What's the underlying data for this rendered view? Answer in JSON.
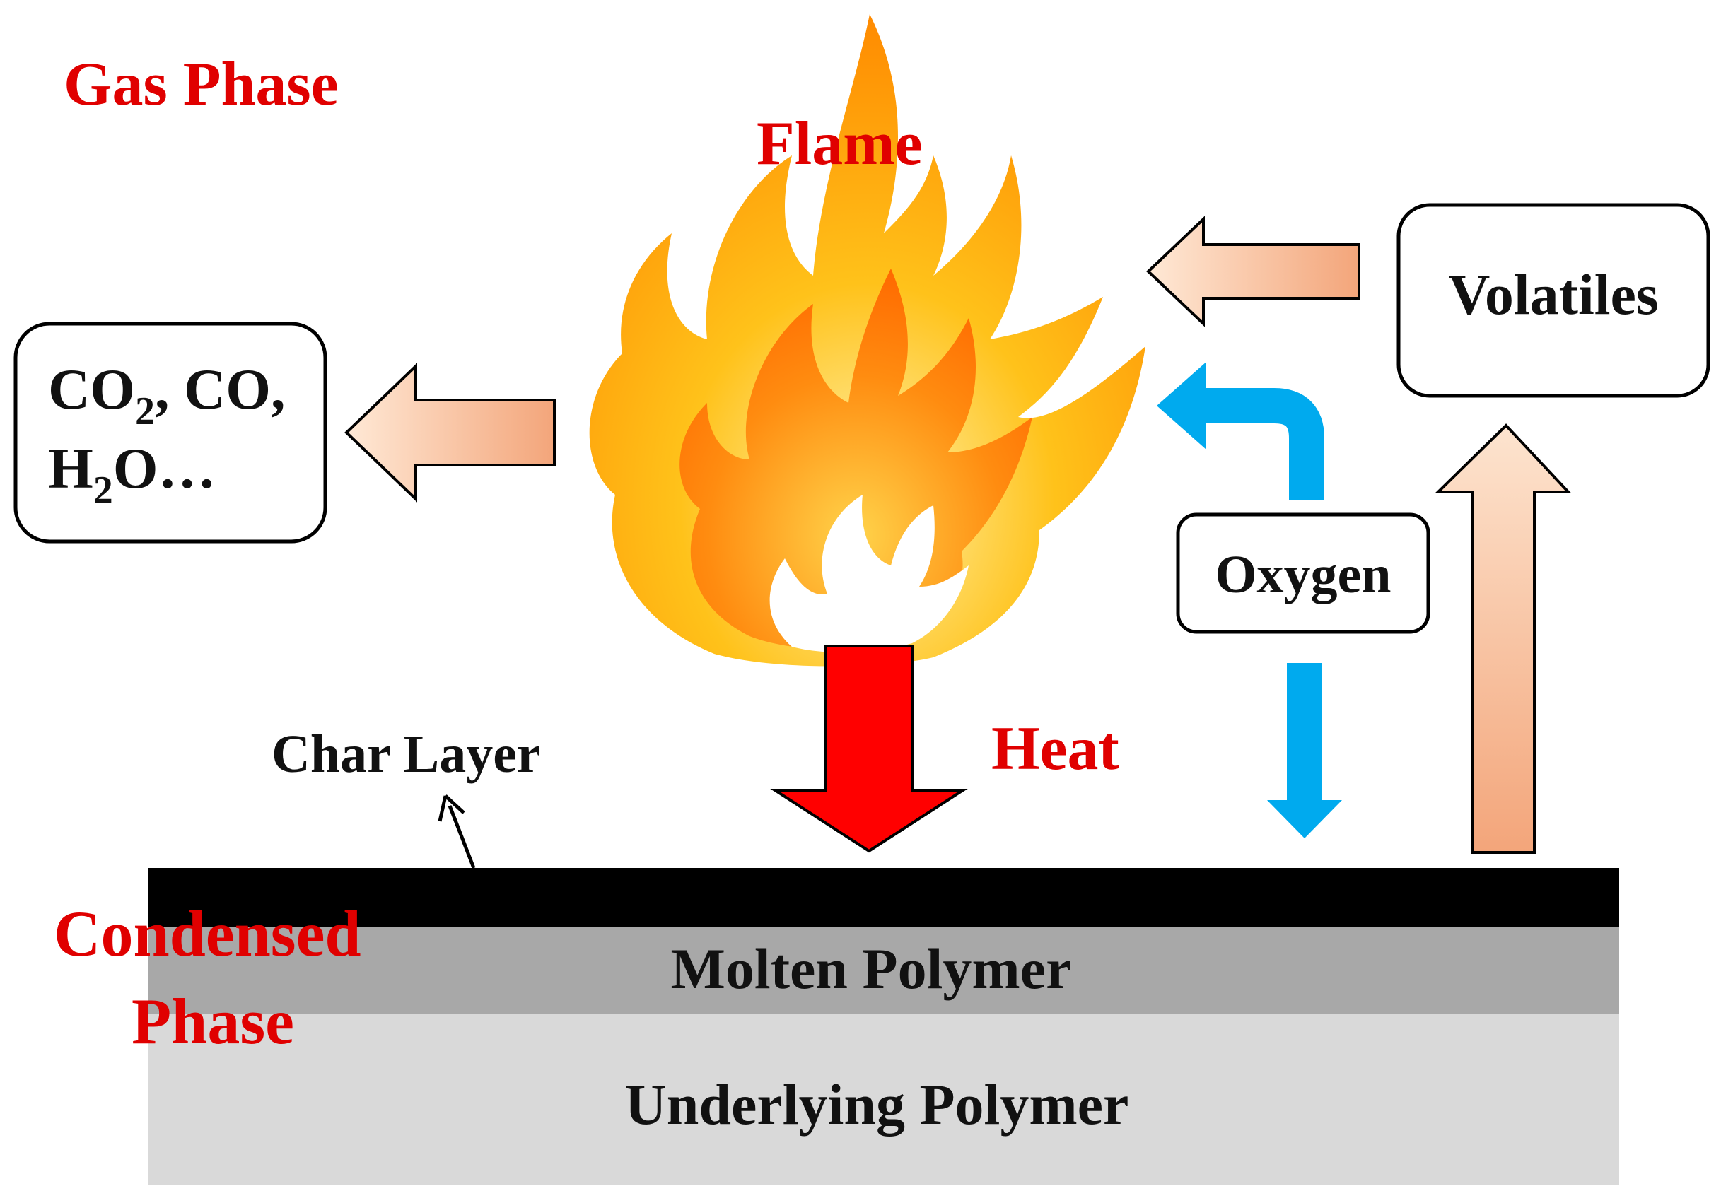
{
  "labels": {
    "gas_phase": "Gas Phase",
    "flame": "Flame",
    "heat": "Heat",
    "char_layer": "Char Layer",
    "condensed_phase_line1": "Condensed",
    "condensed_phase_line2": "Phase"
  },
  "boxes": {
    "products": {
      "co2": "CO",
      "co2_sub": "2",
      "co2_rest": ", CO,",
      "h2o": "H",
      "h2o_sub": "2",
      "h2o_rest": "O…"
    },
    "volatiles": "Volatiles",
    "oxygen": "Oxygen"
  },
  "layers": {
    "molten": "Molten Polymer",
    "underlying": "Underlying Polymer"
  },
  "colors": {
    "label_red": "#e00000",
    "heat_arrow": "#ff0000",
    "oxygen_arrow": "#00aaee",
    "char": "#000000",
    "molten": "#a8a8a8",
    "underlying": "#d9d9d9",
    "peach_light": "#ffe6cc",
    "peach_dark": "#f4a77a"
  }
}
